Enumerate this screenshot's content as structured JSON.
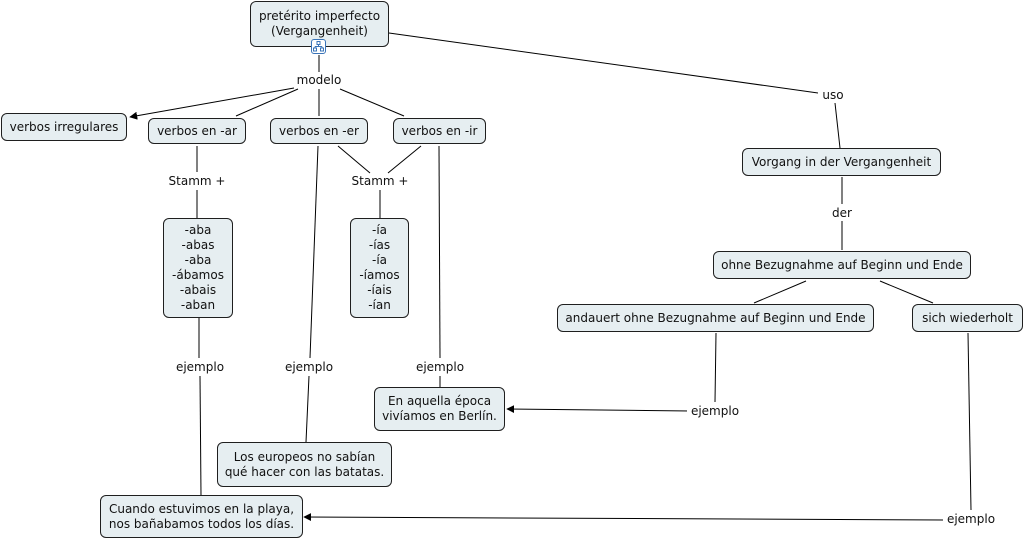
{
  "nodes": {
    "root": [
      "pretérito imperfecto",
      "(Vergangenheit)"
    ],
    "irregulares": [
      "verbos irregulares"
    ],
    "ar": [
      "verbos en -ar"
    ],
    "er": [
      "verbos en -er"
    ],
    "ir": [
      "verbos en -ir"
    ],
    "endings_ar": [
      "-aba",
      "-abas",
      "-aba",
      "-ábamos",
      "-abais",
      "-aban"
    ],
    "endings_er_ir": [
      "-ía",
      "-ías",
      "-ía",
      "-íamos",
      "-íais",
      "-ían"
    ],
    "ex_epoca": [
      "En aquella época",
      "vivíamos en Berlín."
    ],
    "ex_europeos": [
      "Los europeos no sabían",
      "qué hacer con las batatas."
    ],
    "ex_playa": [
      "Cuando estuvimos en la playa,",
      "nos bañabamos todos los días."
    ],
    "vorgang": [
      "Vorgang in der Vergangenheit"
    ],
    "ohne": [
      "ohne Bezugnahme auf Beginn und Ende"
    ],
    "andauert": [
      "andauert ohne Bezugnahme auf Beginn und Ende"
    ],
    "wiederholt": [
      "sich wiederholt"
    ]
  },
  "links": {
    "modelo": "modelo",
    "uso": "uso",
    "stamm_ar": "Stamm +",
    "stamm_er_ir": "Stamm +",
    "der": "der",
    "ejemplo_ar": "ejemplo",
    "ejemplo_er": "ejemplo",
    "ejemplo_ir": "ejemplo",
    "ejemplo_andauert": "ejemplo",
    "ejemplo_wiederholt": "ejemplo"
  },
  "icons": {
    "expand": "concept-map-icon"
  },
  "colors": {
    "node_fill": "#e6eef1",
    "border": "#1f1f1f",
    "line": "#000000",
    "icon": "#3a74b8"
  }
}
